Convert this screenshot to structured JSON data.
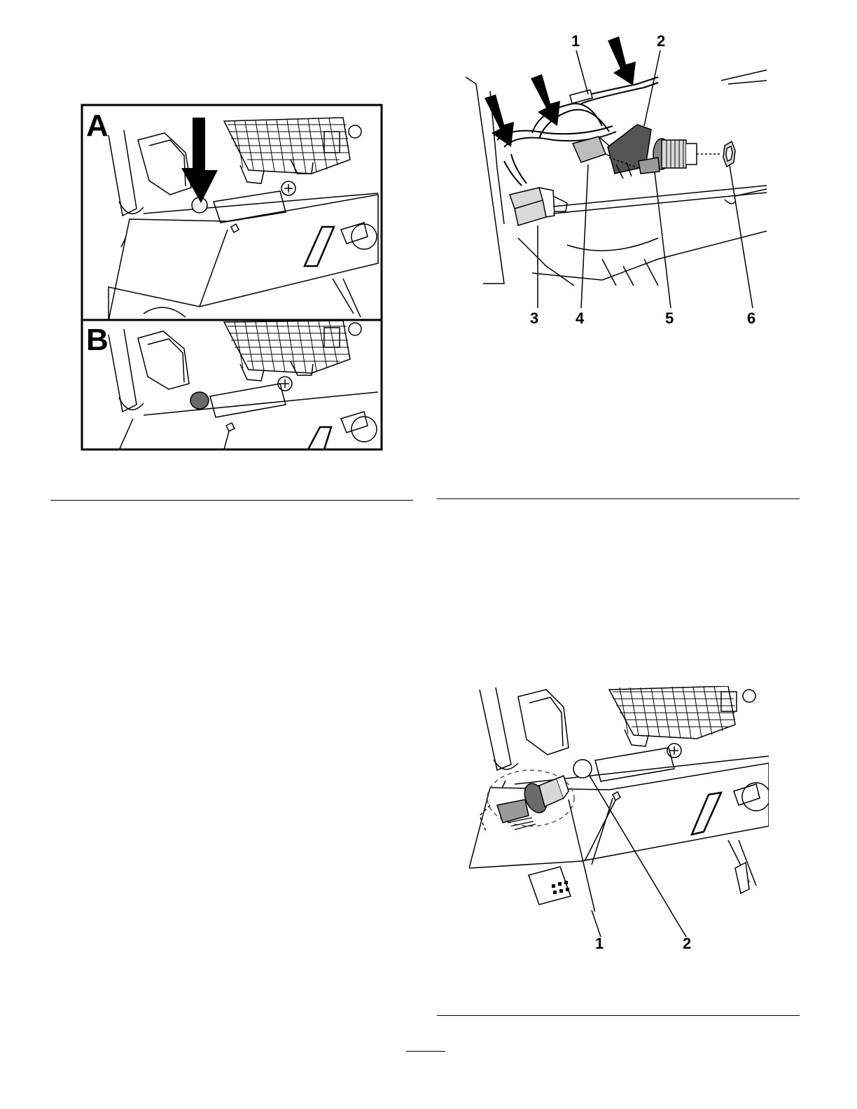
{
  "figure_ab": {
    "panel_a_label": "A",
    "panel_b_label": "B"
  },
  "figure_exploded": {
    "callouts": [
      "1",
      "2",
      "3",
      "4",
      "5",
      "6"
    ]
  },
  "figure_installed": {
    "callouts": [
      "1",
      "2"
    ]
  },
  "colors": {
    "line": "#000000",
    "light_gray": "#d9d9d9",
    "mid_gray": "#9a9a9a",
    "dark_gray": "#555555",
    "plug_fill": "#6a6a6a"
  }
}
